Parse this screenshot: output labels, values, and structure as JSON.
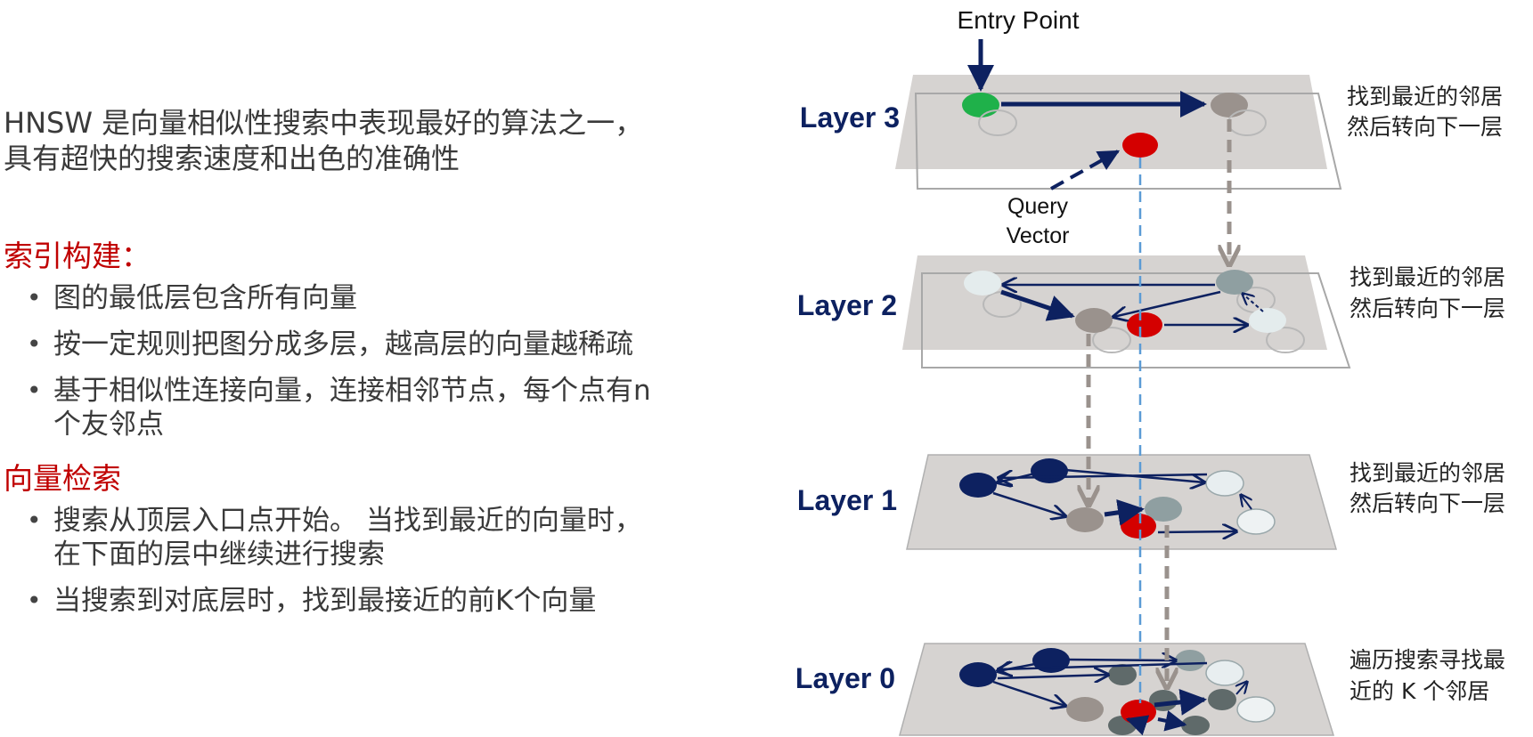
{
  "intro": [
    "HNSW 是向量相似性搜索中表现最好的算法之一，",
    "具有超快的搜索速度和出色的准确性"
  ],
  "index_build": {
    "title": "索引构建：",
    "bullets": [
      [
        "图的最低层包含所有向量"
      ],
      [
        "按一定规则把图分成多层，越高层的向量越稀疏"
      ],
      [
        "基于相似性连接向量，连接相邻节点，每个点有n",
        "个友邻点"
      ]
    ]
  },
  "vector_search": {
    "title": "向量检索",
    "bullets": [
      [
        "搜索从顶层入口点开始。 当找到最近的向量时，",
        "在下面的层中继续进行搜索"
      ],
      [
        "当搜索到对底层时，找到最接近的前K个向量"
      ]
    ]
  },
  "diagram": {
    "entry_point": "Entry Point",
    "query_vector": [
      "Query",
      "Vector"
    ],
    "layers": [
      {
        "label": "Layer 3",
        "note": [
          "找到最近的邻居",
          "然后转向下一层"
        ]
      },
      {
        "label": "Layer 2",
        "note": [
          "找到最近的邻居",
          "然后转向下一层"
        ]
      },
      {
        "label": "Layer 1",
        "note": [
          "找到最近的邻居",
          "然后转向下一层"
        ]
      },
      {
        "label": "Layer 0",
        "note": [
          "遍历搜索寻找最",
          "近的 K 个邻居"
        ]
      }
    ]
  },
  "colors": {
    "navy": "#0d2160",
    "query_red": "#d40000",
    "entry_green": "#1fb14a",
    "grey_node": "#9a928d",
    "dark_grey_node": "#5f6a6a",
    "light_node": "#e8eef0",
    "plane": "#d6d3d1",
    "dashed_blue": "#5b9bd5",
    "dashed_grey": "#9a928d",
    "section_red": "#c00000"
  }
}
